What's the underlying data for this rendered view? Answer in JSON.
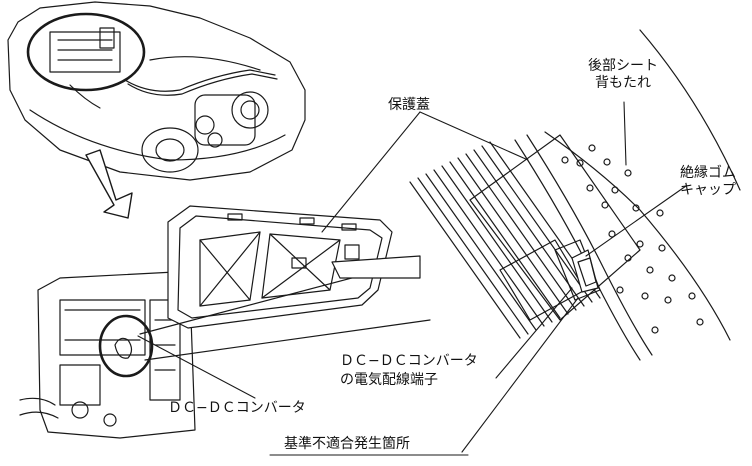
{
  "labels": {
    "rear_seat_back": "後部シート\n背もたれ",
    "protective_cover": "保護蓋",
    "insulation_cap": "絶縁ゴム\nキャップ",
    "terminal": "ＤＣ−ＤＣコンバータ\nの電気配線端子",
    "converter": "ＤＣ−ＤＣコンバータ",
    "defect_location": "基準不適合発生箇所"
  },
  "colors": {
    "line": "#1a1a1a",
    "fill": "#ffffff"
  }
}
